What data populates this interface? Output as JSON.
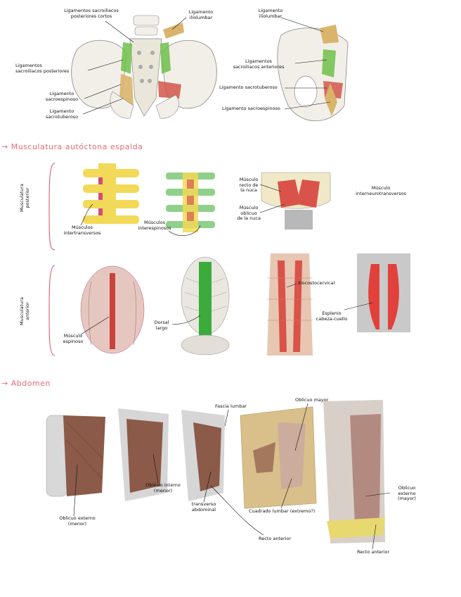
{
  "pelvis": {
    "posterior": {
      "lig_sacroiliacos_posteriores_cortos": "Ligamentos sacroiliacos\nposteriores cortos",
      "lig_iliolumbar": "Ligamento\niliolumbar",
      "lig_sacroiliacos_posteriores": "Ligamentos\nsacroiliacos posteriores",
      "lig_sacroespinoso": "Ligamento\nsacroespinoso",
      "lig_sacrotuberoso": "Ligamento\nsacrotuberoso"
    },
    "lateral": {
      "lig_iliolumbar": "Ligamento\niliolumbar",
      "lig_sacroiliacos_anteriores": "Ligamentos\nsacroiliacos anteriores",
      "lig_sacrotuberoso": "Ligamento sacrotuberoso",
      "lig_sacroespinoso": "Ligamento sacroespinoso"
    }
  },
  "section_back": {
    "heading": "→ Musculatura autóctona espalda",
    "group_posterior": "Musculatura\nposterior",
    "group_anterior": "Musculatura\nanterior",
    "labels": {
      "intertransversos": "Músculos\nintertransversos",
      "interespinosos": "Músculos\ninterespinosos",
      "recto_nuca": "Músculo\nrecto de\nla nuca",
      "oblicuo_nuca": "Músculo\noblicuo\nde la nuca",
      "interneurotransversos": "Músculo\ninterneurotransversos",
      "espinoso": "Músculo\nespinoso",
      "dorsal_largo": "Dorsal\nlargo",
      "iliocostocervical": "Iliocostocervical",
      "esplenio": "Esplenio\ncabeza-cuello"
    }
  },
  "section_abdomen": {
    "heading": "→ Abdomen",
    "labels": {
      "oblicuo_externo_menor": "Oblicuo externo\n(menor)",
      "oblicuo_interno_menor": "Oblicuo interno\n(menor)",
      "transverso": "transverso\nabdominal",
      "fascia_lumbar": "Fascia lumbar",
      "oblicuo_mayor": "Oblicuo mayor",
      "cuadrado_lumbar": "Cuadrado lumbar (extremo?)",
      "recto_anterior_1": "Recto anterior",
      "oblicuo_externo_mayor": "Oblicuo\nexterno\n(mayor)",
      "recto_anterior_2": "Recto anterior"
    }
  },
  "colors": {
    "accent_pink": "#e46a76",
    "ligament_green": "#6fbf4a",
    "ligament_tan": "#d9b46a",
    "ligament_red": "#d2564a",
    "bone": "#f2efe8",
    "vertebra_yellow": "#f2d957",
    "vertebra_green": "#8fd08a",
    "muscle_red": "#d9534a",
    "muscle_green": "#3bab3c",
    "muscle_brown": "#8b5a48",
    "fascia_tan": "#d9c08a"
  }
}
